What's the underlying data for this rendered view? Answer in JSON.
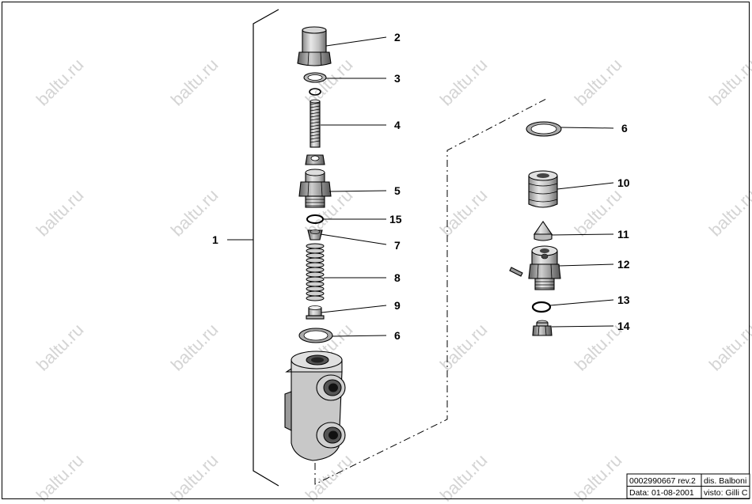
{
  "watermark": "baltu.ru",
  "callouts": {
    "c1": "1",
    "c2": "2",
    "c3": "3",
    "c4": "4",
    "c5": "5",
    "c15": "15",
    "c7": "7",
    "c8": "8",
    "c9": "9",
    "c6a": "6",
    "c6b": "6",
    "c10": "10",
    "c11": "11",
    "c12": "12",
    "c13": "13",
    "c14": "14"
  },
  "title_block": {
    "drawing_code": "0002990667 rev.2",
    "designer": "dis. Balboni",
    "date": "Data: 01-08-2001",
    "checked": "visto: Gilli C"
  }
}
